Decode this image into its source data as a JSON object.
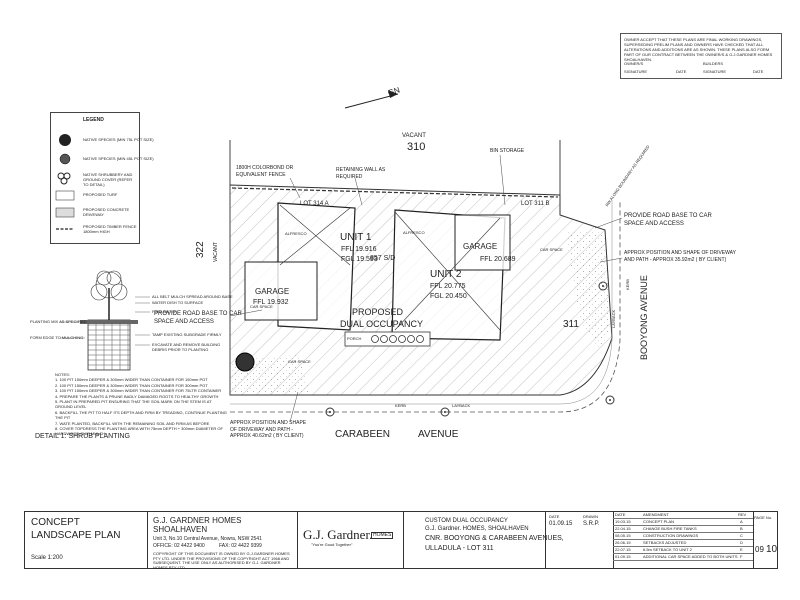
{
  "notice": {
    "text": "OWNER ACCEPT THAT THESE PLANS ARE FINAL WORKING DRAWINGS, SUPERSEDING PRELIM PLANS AND OWNERS HAVE CHECKED THAT ALL ALTERATIONS AND ADDITIONS ARE AS SHOWN. THESE PLANS ALSO FORM PART OF OUR CONTRACT BETWEEN THE OWNER/S & G.J.GARDNER HOMES SHOALHAVEN.",
    "owners_label": "OWNER/S",
    "builders_label": "BUILDERS",
    "signature_label": "SIGNATURE",
    "date_label": "DATE"
  },
  "legend": {
    "title": "LEGEND",
    "items": [
      "NATIVE SPECIES (MIN 75L POT SIZE)",
      "NATIVE SPECIES (MIN 45L POT SIZE)",
      "NATIVE SHRUBBERY AND GROUND COVER (REFER TO DETAIL)",
      "PROPOSED TURF",
      "PROPOSED CONCRETE DRIVEWAY",
      "PROPOSED TIMBER FENCE 1800mm HIGH"
    ]
  },
  "plan": {
    "north": "GN",
    "vacant_label": "VACANT",
    "lot_310": "310",
    "lot_322": "322",
    "lot_311": "311",
    "vacant_side": "VACANT",
    "fence_note": "1800H COLORBOND OR EQUIVALENT FENCE",
    "retaining_wall_note": "RETAINING WALL AS REQUIRED",
    "bin_storage": "BIN STORAGE",
    "lot_314a": "LOT 314 A",
    "lot_311b": "LOT 311 B",
    "unit1": {
      "name": "UNIT 1",
      "ffl": "FFL 19.916",
      "fgl": "FGL 19.593"
    },
    "unit2": {
      "name": "UNIT 2",
      "ffl": "FFL 20.775",
      "fgl": "FGL 20.450"
    },
    "garage1": {
      "name": "GARAGE",
      "ffl": "FFL 19.932"
    },
    "garage2": {
      "name": "GARAGE",
      "ffl": "FFL 20.689"
    },
    "alfresco1": "ALFRESCO",
    "alfresco2": "ALFRESCO",
    "sd": "857 S/D",
    "proposed": "PROPOSED",
    "dual_occupancy": "DUAL OCCUPANCY",
    "porch": "PORCH",
    "car_space1": "CAR SPACE",
    "car_space2": "CAR SPACE",
    "car_space3": "CAR SPACE",
    "road_base_left": "PROVIDE ROAD BASE TO CAR SPACE AND ACCESS",
    "road_base_right": "PROVIDE ROAD BASE TO CAR SPACE AND ACCESS",
    "driveway_right": "APPROX POSITION AND SHAPE OF DRIVEWAY AND PATH - APPROX 35.92m2 ( BY CLIENT)",
    "driveway_bottom": "APPROX POSITION AND SHAPE OF DRIVEWAY AND PATH - APPROX 40.62m2 ( BY CLIENT)",
    "street_bottom_1": "CARABEEN",
    "street_bottom_2": "AVENUE",
    "street_right": "BOOYONG AVENUE",
    "kerb_bottom": "KERB",
    "layback_bottom": "LAYBACK",
    "kerb_right": "KERB",
    "layback_right": "LAYBACK",
    "retaining_right": "RW ALONG BOUNDARY AS REQUIRED"
  },
  "detail": {
    "title": "DETAIL 1: SHRUB PLANTING",
    "notes": [
      "NOTES:",
      "1. 100 PIT 150mm DEEPER & 300mm WIDER THAN CONTAINER FOR 150mm POT",
      "2. 100 PIT 150mm DEEPER & 300mm WIDER THAN CONTAINER FOR 300mm POT",
      "3. 100 PIT 150mm DEEPER & 300mm WIDER THAN CONTAINER FOR 75LTR CONTAINER",
      "4. PREPARE THE PLANTS & PRUNE BADLY DAMAGED ROOTS TO HEALTHY GROWTH",
      "5. PLANT IN PREPARED PIT ENSURING THAT THE SOIL MARK ON THE STEM IS AT GROUND LEVEL",
      "6. BACKFILL THE PIT TO HALF ITS DEPTH AND FIRM BY TREADING, CONTINUE PLANTING THE PIT",
      "7. WATE PLANTED, BACKFILL WITH THE REMAINING SOIL AND FIRM AS BEFORE",
      "8. COVER TOPDRESS THE PLANTING AREA WITH 75mm DEPTH + 300mm DIAMETER OF HARDWOOD CHIP MULCH"
    ],
    "labels_left": [
      "PLANTING MIX AS SPECIFIED",
      "FORM EDGE TO MULCHING"
    ],
    "labels_right": [
      "ALL BELT MULCH SPREAD AROUND BASE",
      "WATER DISH TO SURFACE",
      "FIRM WATER",
      "TAMP EXISTING SUBGRADE FIRMLY",
      "EXCAVATE AND REMOVE BUILDING DEBRIS PRIOR TO PLANTING"
    ]
  },
  "title_block": {
    "drawing_title_1": "CONCEPT",
    "drawing_title_2": "LANDSCAPE PLAN",
    "scale": "Scale 1:200",
    "company": "G.J. GARDNER HOMES",
    "company_2": "SHOALHAVEN",
    "address": "Unit 3, No.10 Central Avenue, Nowra, NSW 2541",
    "phone": "OFFICE: 02 4422 9400",
    "fax": "FAX: 02 4422 9399",
    "copyright": "COPYRIGHT OF THIS DOCUMENT IS OWNED BY G.J.GARDNER HOMES PTY LTD. UNDER THE PROVISIONS OF THE COPYRIGHT ACT 1968 AND SUBSEQUENT. THE USE ONLY AS AUTHORISED BY G.J. GARDNER HOMES PTY LTD.",
    "logo": "G.J. Gardner.",
    "logo_tagline": "\"You're Good Together\"",
    "logo_homes": "HOMES",
    "project_1": "CUSTOM DUAL OCCUPANCY",
    "project_2": "G.J. Gardner. HOMES, SHOALHAVEN",
    "project_3": "CNR. BOOYONG & CARABEEN AVENUES,",
    "project_4": "ULLADULA - LOT 311",
    "date_label": "DATE",
    "date": "01.09.15",
    "drawn_label": "DRAWN",
    "drawn": "S.R.P.",
    "revisions_header": [
      "DATE",
      "AMENDMENT",
      "REV"
    ],
    "revisions": [
      {
        "date": "19.03.15",
        "text": "CONCEPT PLAN",
        "rev": "A"
      },
      {
        "date": "22.04.15",
        "text": "CHANGE BUSH FIRE TANKS",
        "rev": "B"
      },
      {
        "date": "08.05.15",
        "text": "CONSTRUCTION DRAWINGS",
        "rev": "C"
      },
      {
        "date": "26.06.15",
        "text": "SETBACKS ADJUSTED",
        "rev": "D"
      },
      {
        "date": "22.07.15",
        "text": "6.5m SETBACK TO UNIT 2",
        "rev": "E"
      },
      {
        "date": "01.09.15",
        "text": "ADDITIONAL CAR SPACE ADDED TO BOTH UNITS",
        "rev": "F"
      }
    ],
    "page_label": "PAGE No.",
    "page": "09",
    "page_total": "10"
  }
}
